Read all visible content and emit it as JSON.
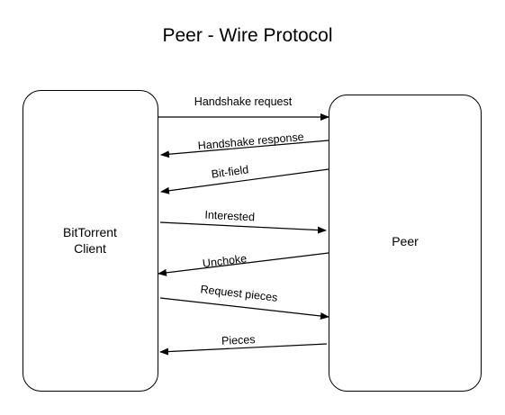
{
  "title": "Peer - Wire Protocol",
  "nodes": {
    "client": {
      "lines": [
        "BitTorrent",
        "Client"
      ]
    },
    "peer": {
      "lines": [
        "Peer"
      ]
    }
  },
  "messages": [
    {
      "label": "Handshake request",
      "from": "client",
      "to": "peer"
    },
    {
      "label": "Handshake response",
      "from": "peer",
      "to": "client"
    },
    {
      "label": "Bit-field",
      "from": "peer",
      "to": "client"
    },
    {
      "label": "Interested",
      "from": "client",
      "to": "peer"
    },
    {
      "label": "Unchoke",
      "from": "peer",
      "to": "client"
    },
    {
      "label": "Request  pieces",
      "from": "client",
      "to": "peer"
    },
    {
      "label": "Pieces",
      "from": "peer",
      "to": "client"
    }
  ],
  "colors": {
    "stroke": "#000000",
    "background": "#ffffff"
  }
}
